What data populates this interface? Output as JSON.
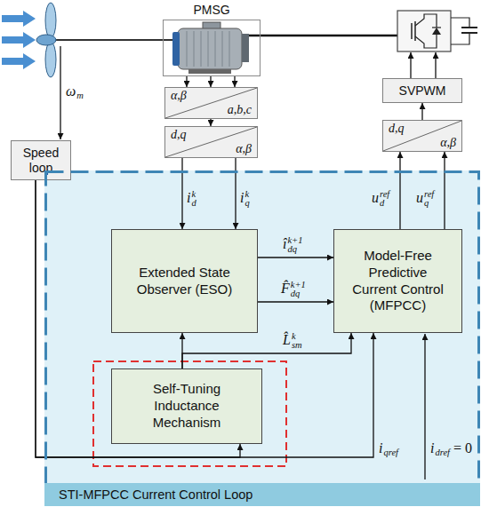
{
  "diagram": {
    "nodes": [
      {
        "text": [
          "PMSG"
        ]
      },
      {
        "text": [
          "α,β",
          "a,b,c"
        ]
      },
      {
        "text": [
          "d,q",
          "α,β"
        ]
      },
      {
        "text": [
          "SVPWM"
        ]
      },
      {
        "text": [
          "d,q",
          "α,β"
        ]
      },
      {
        "text": [
          "Speed loop"
        ]
      },
      {
        "text": [
          "STI-MFPCC Current Control Loop"
        ]
      },
      {
        "text": [
          "Extended State Observer (ESO)"
        ],
        "in": 6
      },
      {
        "text": [
          "Model-Free Predictive Current Control (MFPCC)"
        ],
        "in": 6
      },
      {
        "text": [
          "Self-Tuning Inductance Mechanism"
        ],
        "in": 6
      }
    ],
    "edges": [
      {
        "from": 0,
        "to": 1,
        "arrow": "to"
      },
      {
        "from": 1,
        "to": 2,
        "arrow": "to"
      },
      {
        "from": 2,
        "to": 7,
        "arrow": "to"
      },
      {
        "from": 7,
        "to": 8,
        "arrow": "to"
      },
      {
        "from": 9,
        "to": 7,
        "arrow": "to"
      },
      {
        "from": 9,
        "to": 8,
        "arrow": "to"
      },
      {
        "from": 8,
        "to": 4,
        "arrow": "to"
      },
      {
        "from": 4,
        "to": 3,
        "arrow": "to"
      },
      {
        "from": 5,
        "to": 8,
        "arrow": "to"
      },
      {
        "from": 5,
        "to": 9,
        "arrow": "to"
      }
    ],
    "labels": [
      "ω",
      "m",
      "i",
      "d",
      "k",
      "i",
      "q",
      "k",
      "u",
      "d",
      "ref",
      "u",
      "q",
      "ref",
      "î",
      "dq",
      "k+1",
      "F̂",
      "dq",
      "k+1",
      "L̂",
      "sm",
      "k",
      "i",
      "qref",
      "i",
      "dref",
      "= 0"
    ]
  }
}
